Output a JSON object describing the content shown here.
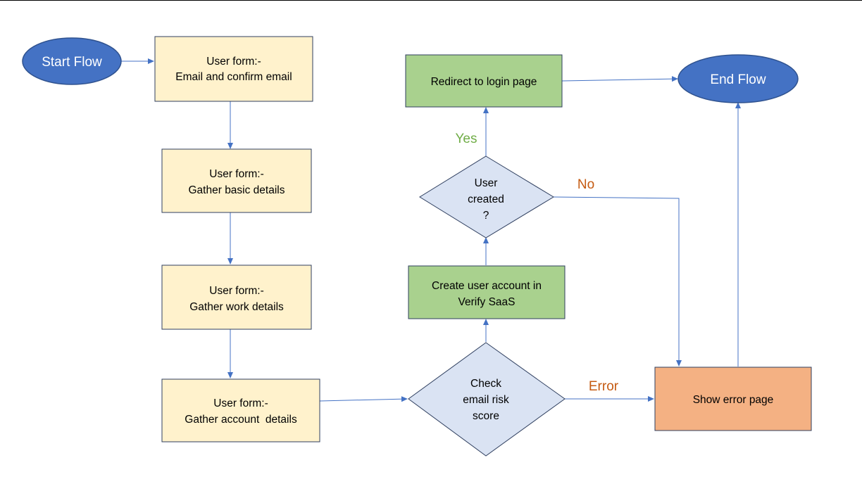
{
  "diagram": {
    "nodes": {
      "start": {
        "label": "Start Flow"
      },
      "end": {
        "label": "End Flow"
      },
      "form_email": {
        "lines": [
          "User form:-",
          "Email and confirm email"
        ]
      },
      "form_basic": {
        "lines": [
          "User form:-",
          "Gather basic details"
        ]
      },
      "form_work": {
        "lines": [
          "User form:-",
          "Gather work details"
        ]
      },
      "form_account": {
        "lines": [
          "User form:-",
          "Gather account  details"
        ]
      },
      "check_risk": {
        "lines": [
          "Check",
          "email risk",
          "score"
        ]
      },
      "create_account": {
        "lines": [
          "Create user account in",
          "Verify SaaS"
        ]
      },
      "user_created": {
        "lines": [
          "User",
          "created",
          "?"
        ]
      },
      "redirect": {
        "lines": [
          "Redirect to login page"
        ]
      },
      "error_page": {
        "lines": [
          "Show error page"
        ]
      }
    },
    "edge_labels": {
      "yes": "Yes",
      "no": "No",
      "error": "Error"
    },
    "colors": {
      "ellipse_fill": "#4472c4",
      "form_fill": "#fff2cc",
      "decision_fill": "#dae3f3",
      "action_fill": "#a9d18e",
      "error_fill": "#f4b183",
      "connector": "#4472c4",
      "yes_label": "#70ad47",
      "warn_label": "#c55a11"
    }
  }
}
